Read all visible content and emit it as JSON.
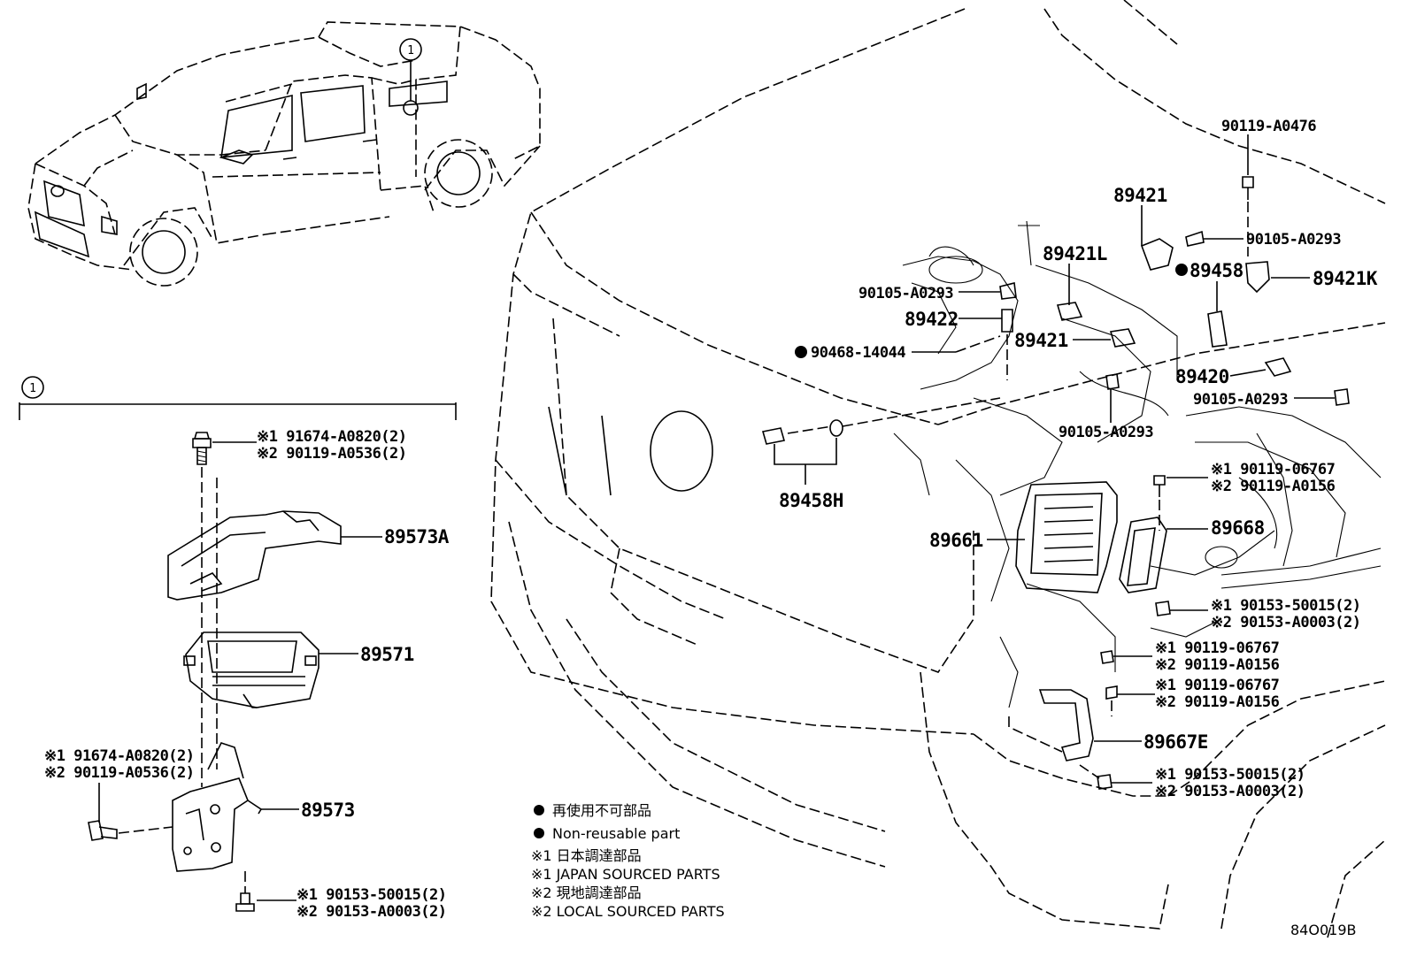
{
  "callout": {
    "ref_number": "1"
  },
  "detail_box": {
    "title_ref": "1"
  },
  "inset_parts": {
    "bolt_top": {
      "j": "※1 91674-A0820(2)",
      "l": "※2 90119-A0536(2)"
    },
    "cover": "89573A",
    "ecu": "89571",
    "bolt_side": {
      "j": "※1 91674-A0820(2)",
      "l": "※2 90119-A0536(2)"
    },
    "bracket": "89573",
    "bolt_bottom": {
      "j": "※1 90153-50015(2)",
      "l": "※2 90153-A0003(2)"
    }
  },
  "engine_parts": {
    "p90119_a0476": "90119-A0476",
    "p89421_top": "89421",
    "p90105_a0293_r": "90105-A0293",
    "p89421L": "89421L",
    "p89458": "89458",
    "p89421K": "89421K",
    "p90105_a0293_l": "90105-A0293",
    "p89422": "89422",
    "p89421_mid": "89421",
    "p90468": "90468-14044",
    "p89420": "89420",
    "p90105_a0293_br": "90105-A0293",
    "p90105_a0293_c": "90105-A0293",
    "p89458H": "89458H",
    "ecu_bolt_top": {
      "j": "※1 90119-06767",
      "l": "※2 90119-A0156"
    },
    "p89661": "89661",
    "p89668": "89668",
    "ecu_bolt_mid": {
      "j": "※1 90153-50015(2)",
      "l": "※2 90153-A0003(2)"
    },
    "br_bolt_a": {
      "j": "※1 90119-06767",
      "l": "※2 90119-A0156"
    },
    "br_bolt_b": {
      "j": "※1 90119-06767",
      "l": "※2 90119-A0156"
    },
    "p89667E": "89667E",
    "br_bolt_c": {
      "j": "※1 90153-50015(2)",
      "l": "※2 90153-A0003(2)"
    }
  },
  "legend": {
    "nonreusable_jp": "再使用不可部品",
    "nonreusable_en": "Non-reusable part",
    "japan_jp": "※1 日本調達部品",
    "japan_en": "※1 JAPAN SOURCED PARTS",
    "local_jp": "※2 現地調達部品",
    "local_en": "※2 LOCAL SOURCED PARTS"
  },
  "diagram_code": "84O019B"
}
